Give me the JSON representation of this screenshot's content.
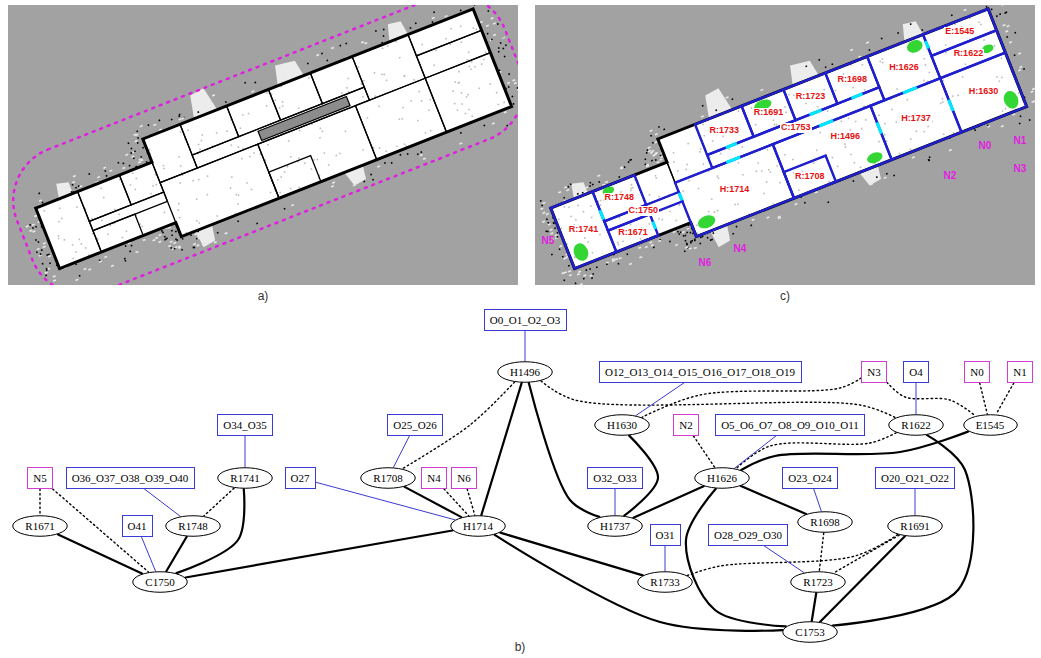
{
  "diagram": {
    "nodes": [
      {
        "text": [
          "O0_O1_O2_O3"
        ]
      },
      {
        "text": [
          "H1496"
        ]
      },
      {
        "text": [
          "O12_O13_O14_O15_O16_O17_O18_O19"
        ]
      },
      {
        "text": [
          "N3"
        ]
      },
      {
        "text": [
          "O4"
        ]
      },
      {
        "text": [
          "N0"
        ]
      },
      {
        "text": [
          "N1"
        ]
      },
      {
        "text": [
          "O34_O35"
        ]
      },
      {
        "text": [
          "O25_O26"
        ]
      },
      {
        "text": [
          "H1630"
        ]
      },
      {
        "text": [
          "N2"
        ]
      },
      {
        "text": [
          "O5_O6_O7_O8_O9_O10_O11"
        ]
      },
      {
        "text": [
          "R1622"
        ]
      },
      {
        "text": [
          "E1545"
        ]
      },
      {
        "text": [
          "N5"
        ]
      },
      {
        "text": [
          "O36_O37_O38_O39_O40"
        ]
      },
      {
        "text": [
          "R1741"
        ]
      },
      {
        "text": [
          "O27"
        ]
      },
      {
        "text": [
          "R1708"
        ]
      },
      {
        "text": [
          "N4"
        ]
      },
      {
        "text": [
          "N6"
        ]
      },
      {
        "text": [
          "O32_O33"
        ]
      },
      {
        "text": [
          "H1626"
        ]
      },
      {
        "text": [
          "O23_O24"
        ]
      },
      {
        "text": [
          "O20_O21_O22"
        ]
      },
      {
        "text": [
          "R1671"
        ]
      },
      {
        "text": [
          "O41"
        ]
      },
      {
        "text": [
          "R1748"
        ]
      },
      {
        "text": [
          "H1714"
        ]
      },
      {
        "text": [
          "H1737"
        ]
      },
      {
        "text": [
          "O31"
        ]
      },
      {
        "text": [
          "O28_O29_O30"
        ]
      },
      {
        "text": [
          "R1698"
        ]
      },
      {
        "text": [
          "R1691"
        ]
      },
      {
        "text": [
          "C1750"
        ]
      },
      {
        "text": [
          "R1733"
        ]
      },
      {
        "text": [
          "R1723"
        ]
      },
      {
        "text": [
          "C1753"
        ]
      }
    ],
    "edges": [
      {
        "from": 1,
        "to": 28,
        "arrow": "none"
      },
      {
        "from": 1,
        "to": 29,
        "arrow": "none"
      },
      {
        "from": 9,
        "to": 29,
        "arrow": "none"
      },
      {
        "from": 22,
        "to": 29,
        "arrow": "none"
      },
      {
        "from": 22,
        "to": 32,
        "arrow": "none"
      },
      {
        "from": 22,
        "to": 37,
        "arrow": "none"
      },
      {
        "from": 13,
        "to": 22,
        "arrow": "none"
      },
      {
        "from": 12,
        "to": 37,
        "arrow": "none"
      },
      {
        "from": 33,
        "to": 37,
        "arrow": "none"
      },
      {
        "from": 36,
        "to": 37,
        "arrow": "none"
      },
      {
        "from": 28,
        "to": 35,
        "arrow": "none"
      },
      {
        "from": 28,
        "to": 37,
        "arrow": "none"
      },
      {
        "from": 28,
        "to": 34,
        "arrow": "none"
      },
      {
        "from": 28,
        "to": 18,
        "arrow": "none"
      },
      {
        "from": 25,
        "to": 34,
        "arrow": "none"
      },
      {
        "from": 27,
        "to": 34,
        "arrow": "none"
      },
      {
        "from": 16,
        "to": 34,
        "arrow": "none"
      },
      {
        "from": 1,
        "to": 18,
        "arrow": "none"
      },
      {
        "from": 1,
        "to": 12,
        "arrow": "none"
      },
      {
        "from": 3,
        "to": 9,
        "arrow": "none"
      },
      {
        "from": 3,
        "to": 13,
        "arrow": "none"
      },
      {
        "from": 5,
        "to": 13,
        "arrow": "none"
      },
      {
        "from": 6,
        "to": 13,
        "arrow": "none"
      },
      {
        "from": 10,
        "to": 22,
        "arrow": "none"
      },
      {
        "from": 12,
        "to": 22,
        "arrow": "none"
      },
      {
        "from": 32,
        "to": 36,
        "arrow": "none"
      },
      {
        "from": 33,
        "to": 35,
        "arrow": "none"
      },
      {
        "from": 33,
        "to": 36,
        "arrow": "none"
      },
      {
        "from": 19,
        "to": 28,
        "arrow": "none"
      },
      {
        "from": 20,
        "to": 28,
        "arrow": "none"
      },
      {
        "from": 14,
        "to": 25,
        "arrow": "none"
      },
      {
        "from": 14,
        "to": 34,
        "arrow": "none"
      },
      {
        "from": 16,
        "to": 27,
        "arrow": "none"
      },
      {
        "from": 0,
        "to": 1,
        "arrow": "none"
      },
      {
        "from": 2,
        "to": 9,
        "arrow": "none"
      },
      {
        "from": 4,
        "to": 12,
        "arrow": "none"
      },
      {
        "from": 11,
        "to": 22,
        "arrow": "none"
      },
      {
        "from": 23,
        "to": 32,
        "arrow": "none"
      },
      {
        "from": 24,
        "to": 33,
        "arrow": "none"
      },
      {
        "from": 31,
        "to": 36,
        "arrow": "none"
      },
      {
        "from": 30,
        "to": 35,
        "arrow": "none"
      },
      {
        "from": 21,
        "to": 29,
        "arrow": "none"
      },
      {
        "from": 8,
        "to": 18,
        "arrow": "none"
      },
      {
        "from": 17,
        "to": 28,
        "arrow": "none"
      },
      {
        "from": 7,
        "to": 16,
        "arrow": "none"
      },
      {
        "from": 15,
        "to": 27,
        "arrow": "none"
      },
      {
        "from": 26,
        "to": 34,
        "arrow": "none"
      }
    ],
    "labels": [
      "a)",
      "c)",
      "b)",
      "R:1741",
      "R:1748",
      "C:1750",
      "R:1671",
      "R:1733",
      "R:1691",
      "R:1723",
      "R:1698",
      "H:1626",
      "E:1545",
      "R:1622",
      "C:1753",
      "H:1714",
      "H:1496",
      "R:1708",
      "H:1737",
      "H:1630",
      "N0",
      "N1",
      "N2",
      "N3",
      "N4",
      "N5",
      "N6"
    ]
  }
}
